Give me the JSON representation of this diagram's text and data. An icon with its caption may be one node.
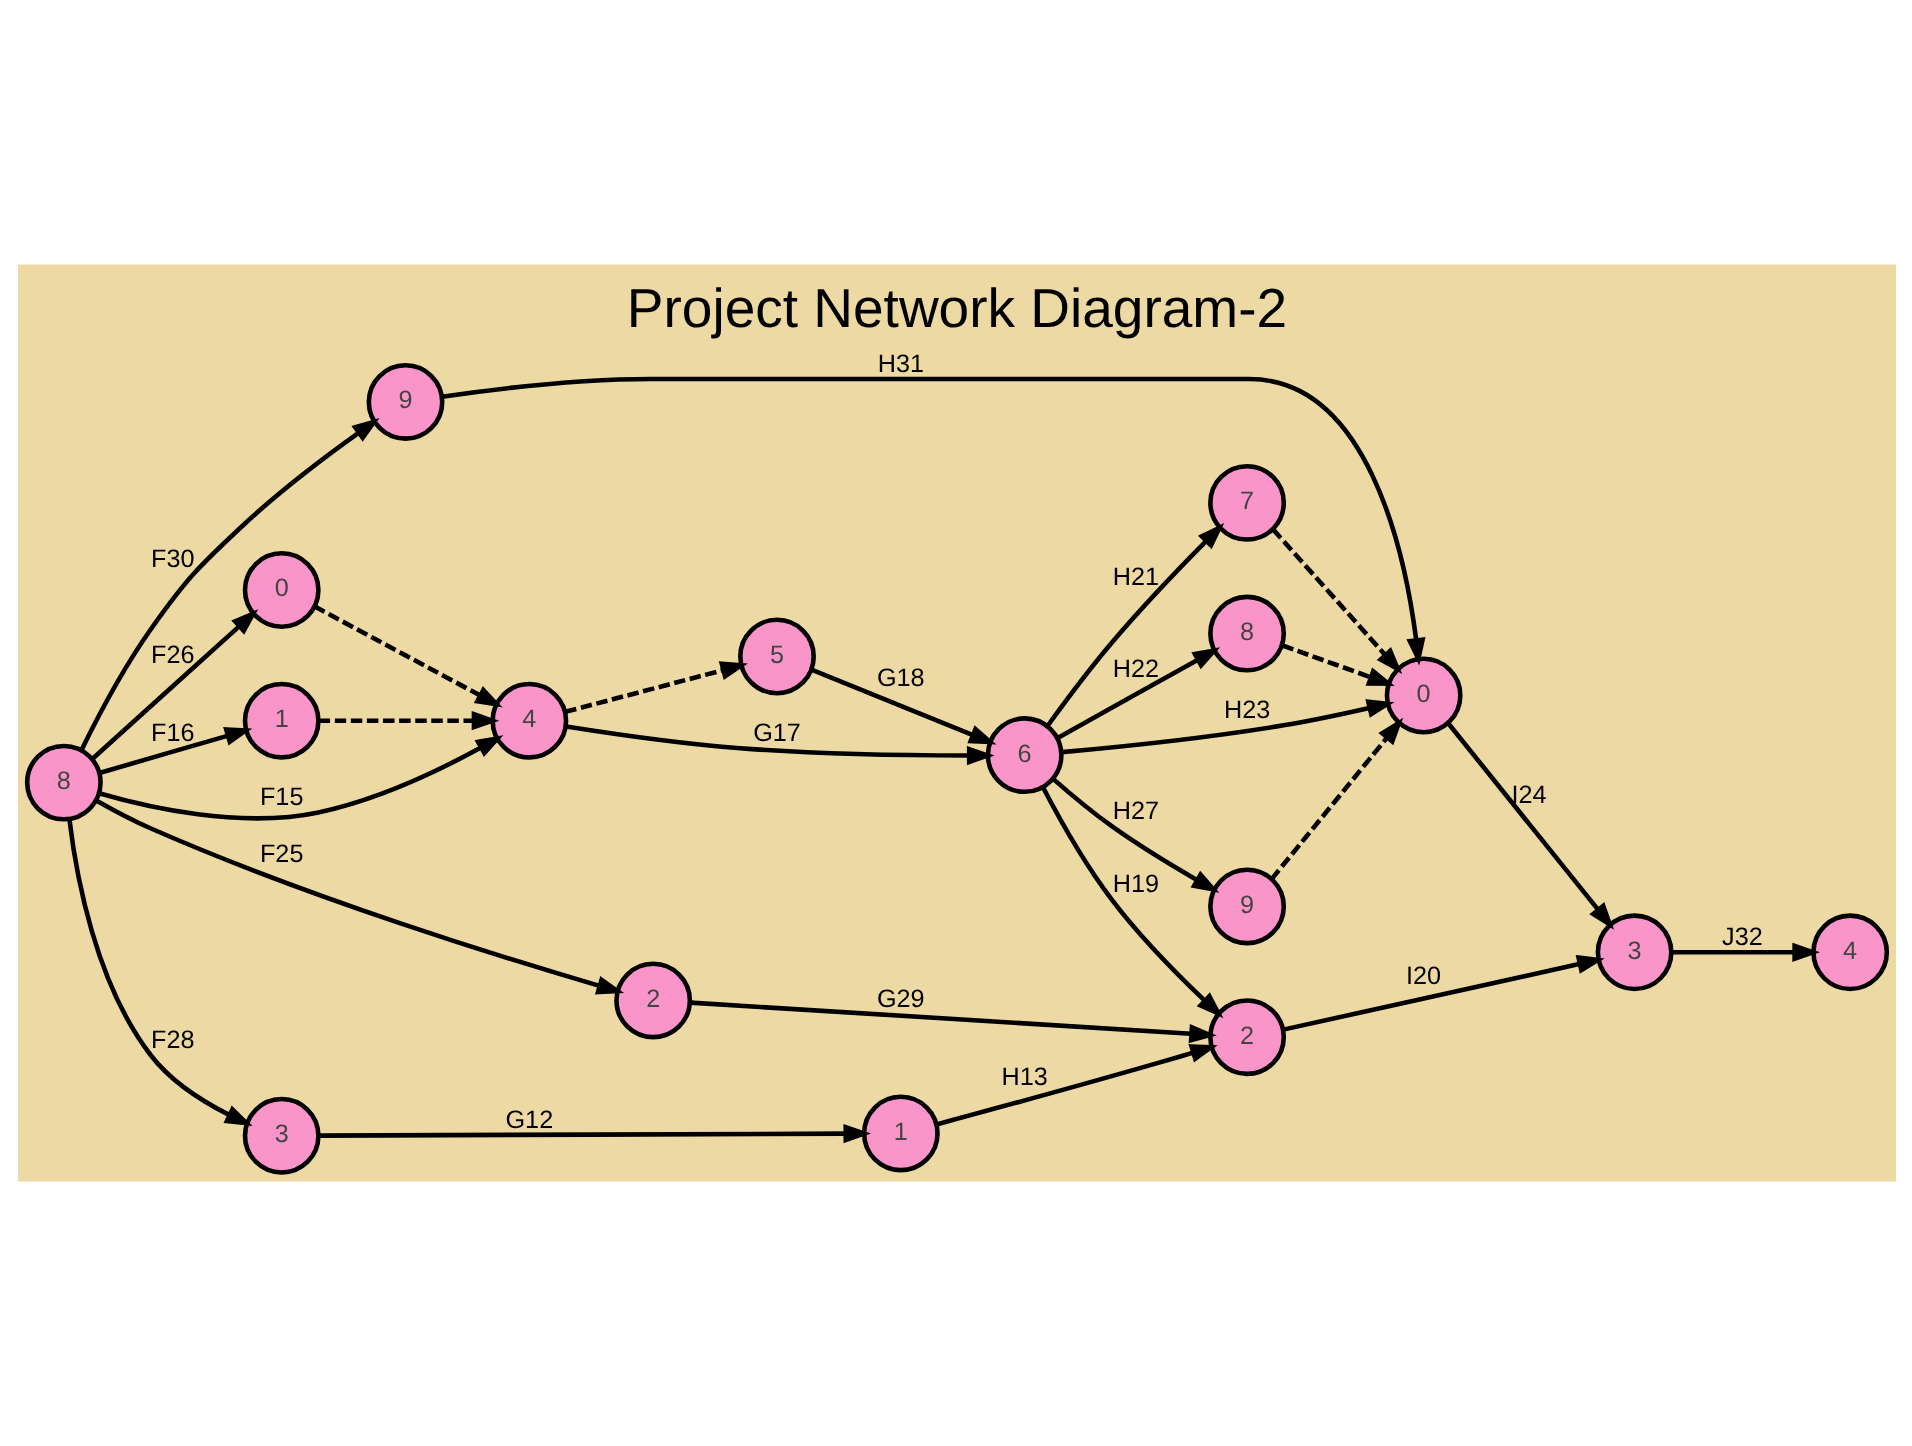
{
  "diagram": {
    "title": "Project Network Diagram-2",
    "nodes": [
      {
        "text": [
          "8"
        ]
      },
      {
        "text": [
          "9"
        ]
      },
      {
        "text": [
          "0"
        ]
      },
      {
        "text": [
          "1"
        ]
      },
      {
        "text": [
          "4"
        ]
      },
      {
        "text": [
          "5"
        ]
      },
      {
        "text": [
          "7"
        ]
      },
      {
        "text": [
          "8"
        ]
      },
      {
        "text": [
          "0"
        ]
      },
      {
        "text": [
          "9"
        ]
      },
      {
        "text": [
          "6"
        ]
      },
      {
        "text": [
          "2"
        ]
      },
      {
        "text": [
          "3"
        ]
      },
      {
        "text": [
          "4"
        ]
      },
      {
        "text": [
          "2"
        ]
      },
      {
        "text": [
          "3"
        ]
      },
      {
        "text": [
          "1"
        ]
      }
    ],
    "edges": [
      {
        "from": 0,
        "to": 1,
        "arrow": "to",
        "label": "F30"
      },
      {
        "from": 0,
        "to": 2,
        "arrow": "to",
        "label": "F26"
      },
      {
        "from": 0,
        "to": 3,
        "arrow": "to",
        "label": "F16"
      },
      {
        "from": 0,
        "to": 4,
        "arrow": "to",
        "label": "F15"
      },
      {
        "from": 0,
        "to": 14,
        "arrow": "to",
        "label": "F25"
      },
      {
        "from": 0,
        "to": 15,
        "arrow": "to",
        "label": "F28"
      },
      {
        "from": 1,
        "to": 8,
        "arrow": "to",
        "label": "H31"
      },
      {
        "from": 2,
        "to": 4,
        "arrow": "to",
        "style": "dashed"
      },
      {
        "from": 3,
        "to": 4,
        "arrow": "to",
        "style": "dashed"
      },
      {
        "from": 4,
        "to": 10,
        "arrow": "to",
        "label": "G17"
      },
      {
        "from": 4,
        "to": 5,
        "arrow": "to",
        "style": "dashed"
      },
      {
        "from": 5,
        "to": 10,
        "arrow": "to",
        "label": "G18"
      },
      {
        "from": 10,
        "to": 6,
        "arrow": "to",
        "label": "H21"
      },
      {
        "from": 10,
        "to": 7,
        "arrow": "to",
        "label": "H22"
      },
      {
        "from": 10,
        "to": 8,
        "arrow": "to",
        "label": "H23"
      },
      {
        "from": 10,
        "to": 9,
        "arrow": "to",
        "label": "H27"
      },
      {
        "from": 6,
        "to": 8,
        "arrow": "to",
        "style": "dashed"
      },
      {
        "from": 7,
        "to": 8,
        "arrow": "to",
        "style": "dashed"
      },
      {
        "from": 9,
        "to": 8,
        "arrow": "to",
        "style": "dashed"
      },
      {
        "from": 10,
        "to": 11,
        "arrow": "to",
        "label": "H19"
      },
      {
        "from": 8,
        "to": 12,
        "arrow": "to",
        "label": "I24"
      },
      {
        "from": 11,
        "to": 12,
        "arrow": "to",
        "label": "I20"
      },
      {
        "from": 12,
        "to": 13,
        "arrow": "to",
        "label": "J32"
      },
      {
        "from": 14,
        "to": 11,
        "arrow": "to",
        "label": "G29"
      },
      {
        "from": 15,
        "to": 16,
        "arrow": "to",
        "label": "G12"
      },
      {
        "from": 16,
        "to": 11,
        "arrow": "to",
        "label": "H13"
      }
    ]
  }
}
